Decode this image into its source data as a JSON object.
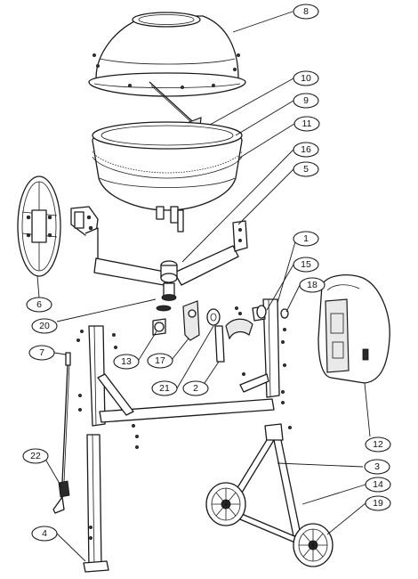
{
  "callouts": [
    {
      "id": "c8",
      "label": "8"
    },
    {
      "id": "c10",
      "label": "10"
    },
    {
      "id": "c9",
      "label": "9"
    },
    {
      "id": "c11",
      "label": "11"
    },
    {
      "id": "c16",
      "label": "16"
    },
    {
      "id": "c5",
      "label": "5"
    },
    {
      "id": "c1",
      "label": "1"
    },
    {
      "id": "c15",
      "label": "15"
    },
    {
      "id": "c18",
      "label": "18"
    },
    {
      "id": "c6",
      "label": "6"
    },
    {
      "id": "c20",
      "label": "20"
    },
    {
      "id": "c7",
      "label": "7"
    },
    {
      "id": "c13",
      "label": "13"
    },
    {
      "id": "c17",
      "label": "17"
    },
    {
      "id": "c21",
      "label": "21"
    },
    {
      "id": "c2",
      "label": "2"
    },
    {
      "id": "c12",
      "label": "12"
    },
    {
      "id": "c3",
      "label": "3"
    },
    {
      "id": "c22",
      "label": "22"
    },
    {
      "id": "c14",
      "label": "14"
    },
    {
      "id": "c19",
      "label": "19"
    },
    {
      "id": "c4",
      "label": "4"
    }
  ]
}
